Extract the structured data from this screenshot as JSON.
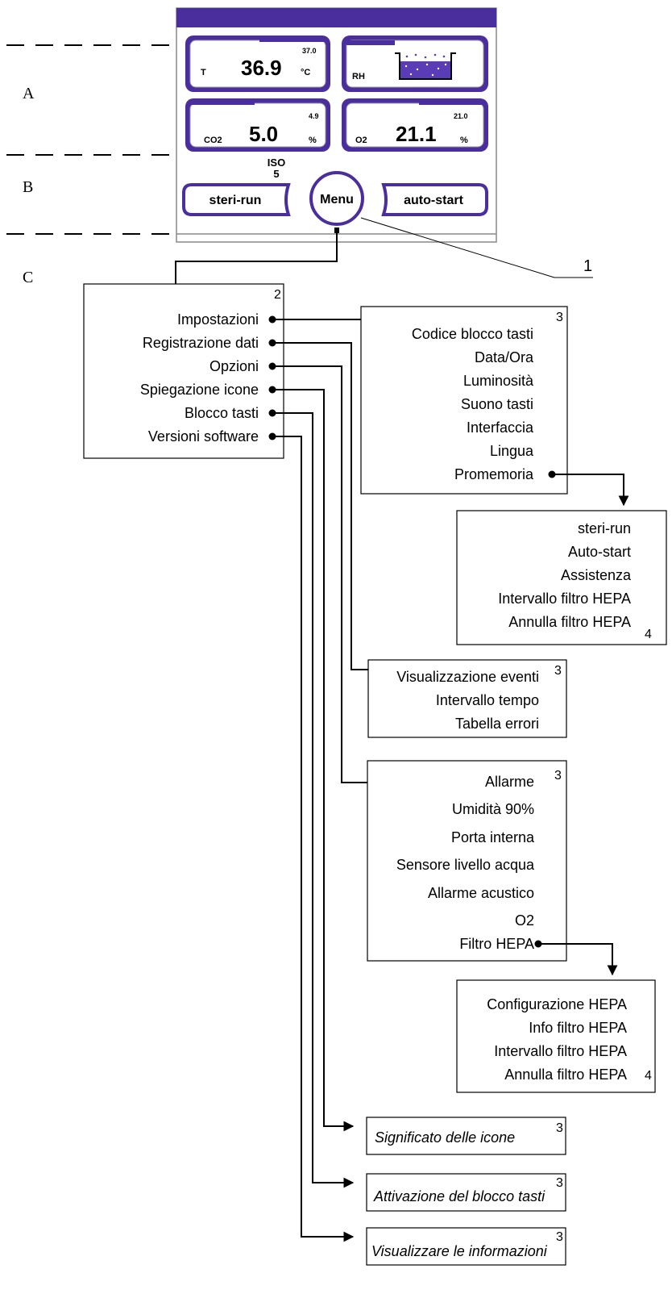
{
  "section_labels": {
    "a": "A",
    "b": "B",
    "c": "C"
  },
  "callout_number": "1",
  "device": {
    "colors": {
      "accent": "#4b2e9e",
      "frame": "#888888",
      "water": "#5a3bb8"
    },
    "temperature": {
      "label": "T",
      "value": "36.9",
      "unit": "°C",
      "setpoint": "37.0"
    },
    "humidity": {
      "label": "RH"
    },
    "co2": {
      "label": "CO2",
      "value": "5.0",
      "unit": "%",
      "setpoint": "4.9"
    },
    "o2": {
      "label": "O2",
      "value": "21.1",
      "unit": "%",
      "setpoint": "21.0"
    },
    "iso_label": "ISO",
    "iso_value": "5",
    "steri_run_button": "steri-run",
    "menu_button": "Menu",
    "auto_start_button": "auto-start"
  },
  "main_menu": {
    "level": "2",
    "items": [
      "Impostazioni",
      "Registrazione dati",
      "Opzioni",
      "Spiegazione icone",
      "Blocco tasti",
      "Versioni software"
    ]
  },
  "settings_menu": {
    "level": "3",
    "items": [
      "Codice blocco tasti",
      "Data/Ora",
      "Luminosità",
      "Suono tasti",
      "Interfaccia",
      "Lingua",
      "Promemoria"
    ]
  },
  "reminder_menu": {
    "level": "4",
    "items": [
      "steri-run",
      "Auto-start",
      "Assistenza",
      "Intervallo filtro HEPA",
      "Annulla filtro HEPA"
    ]
  },
  "data_log_menu": {
    "level": "3",
    "items": [
      "Visualizzazione eventi",
      "Intervallo tempo",
      "Tabella errori"
    ]
  },
  "options_menu": {
    "level": "3",
    "items": [
      "Allarme",
      "Umidità 90%",
      "Porta interna",
      "Sensore livello acqua",
      "Allarme acustico",
      "O2",
      "Filtro HEPA"
    ]
  },
  "hepa_menu": {
    "level": "4",
    "items": [
      "Configurazione HEPA",
      "Info filtro HEPA",
      "Intervallo filtro HEPA",
      "Annulla filtro HEPA"
    ]
  },
  "icons_box": {
    "level": "3",
    "text": "Significato delle icone"
  },
  "keylock_box": {
    "level": "3",
    "text": "Attivazione del blocco tasti"
  },
  "software_box": {
    "level": "3",
    "text": "Visualizzare le informazioni"
  }
}
